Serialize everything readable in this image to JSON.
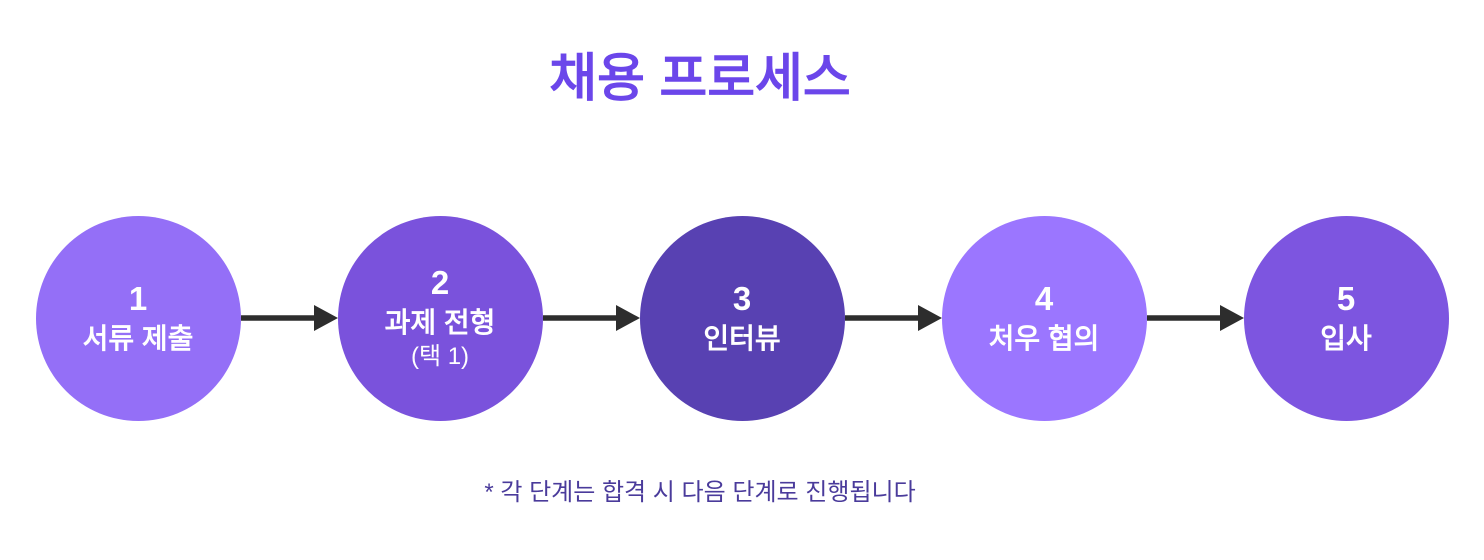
{
  "title": "채용 프로세스",
  "footnote": "* 각 단계는 합격 시 다음 단계로 진행됩니다",
  "colors": {
    "background": "#ffffff",
    "title": "#6b46ea",
    "footnote": "#4a3b9b",
    "arrow": "#2d2d2d",
    "step_text": "#ffffff"
  },
  "steps": [
    {
      "number": "1",
      "label": "서류 제출",
      "sublabel": "",
      "color": "#946ff7"
    },
    {
      "number": "2",
      "label": "과제 전형",
      "sublabel": "(택 1)",
      "color": "#7a52dc"
    },
    {
      "number": "3",
      "label": "인터뷰",
      "sublabel": "",
      "color": "#5841b2"
    },
    {
      "number": "4",
      "label": "처우 협의",
      "sublabel": "",
      "color": "#9b76ff"
    },
    {
      "number": "5",
      "label": "입사",
      "sublabel": "",
      "color": "#7d55e0"
    }
  ]
}
